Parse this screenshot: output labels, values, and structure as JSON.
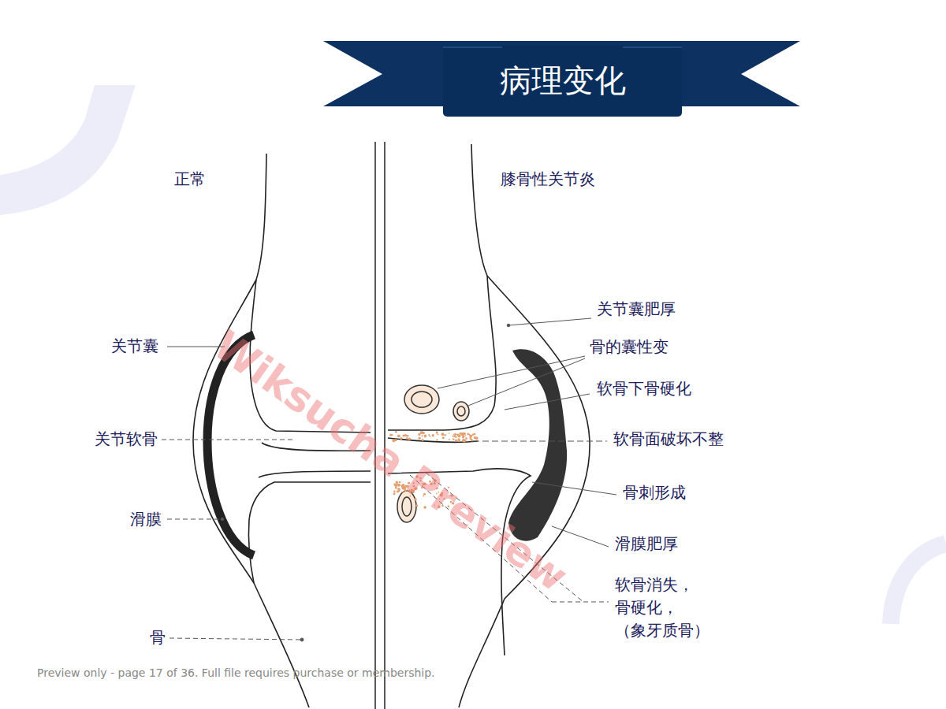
{
  "diagram": {
    "title": "病理变化",
    "labels": [
      "正常",
      "膝骨性关节炎",
      "关节囊",
      "关节软骨",
      "滑膜",
      "骨",
      "关节囊肥厚",
      "骨的囊性变",
      "软骨下骨硬化",
      "软骨面破坏不整",
      "骨刺形成",
      "滑膜肥厚",
      "软骨消失，骨硬化， （象牙质骨）",
      "Wiksucha Preview",
      "Preview only - page 17 of 36. Full file requires purchase or membership."
    ]
  }
}
